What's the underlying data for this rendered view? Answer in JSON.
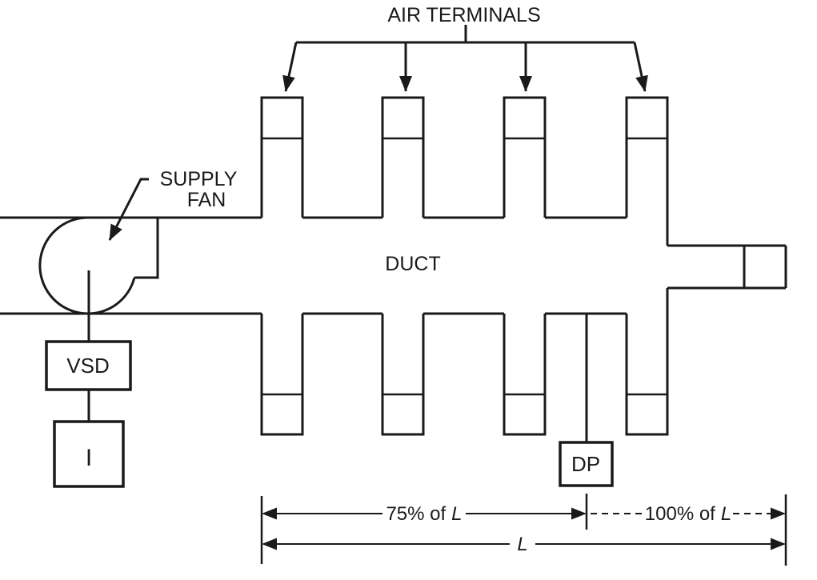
{
  "labels": {
    "air_terminals": "AIR TERMINALS",
    "supply_fan_line1": "SUPPLY",
    "supply_fan_line2": "FAN",
    "duct": "DUCT",
    "vsd": "VSD",
    "inverter": "I",
    "dp_sensor": "DP"
  },
  "dimensions": {
    "d75_prefix": "75% of",
    "d100_prefix": "100% of",
    "length_symbol": "L"
  },
  "colors": {
    "line": "#1a1a1a",
    "background": "#ffffff"
  }
}
